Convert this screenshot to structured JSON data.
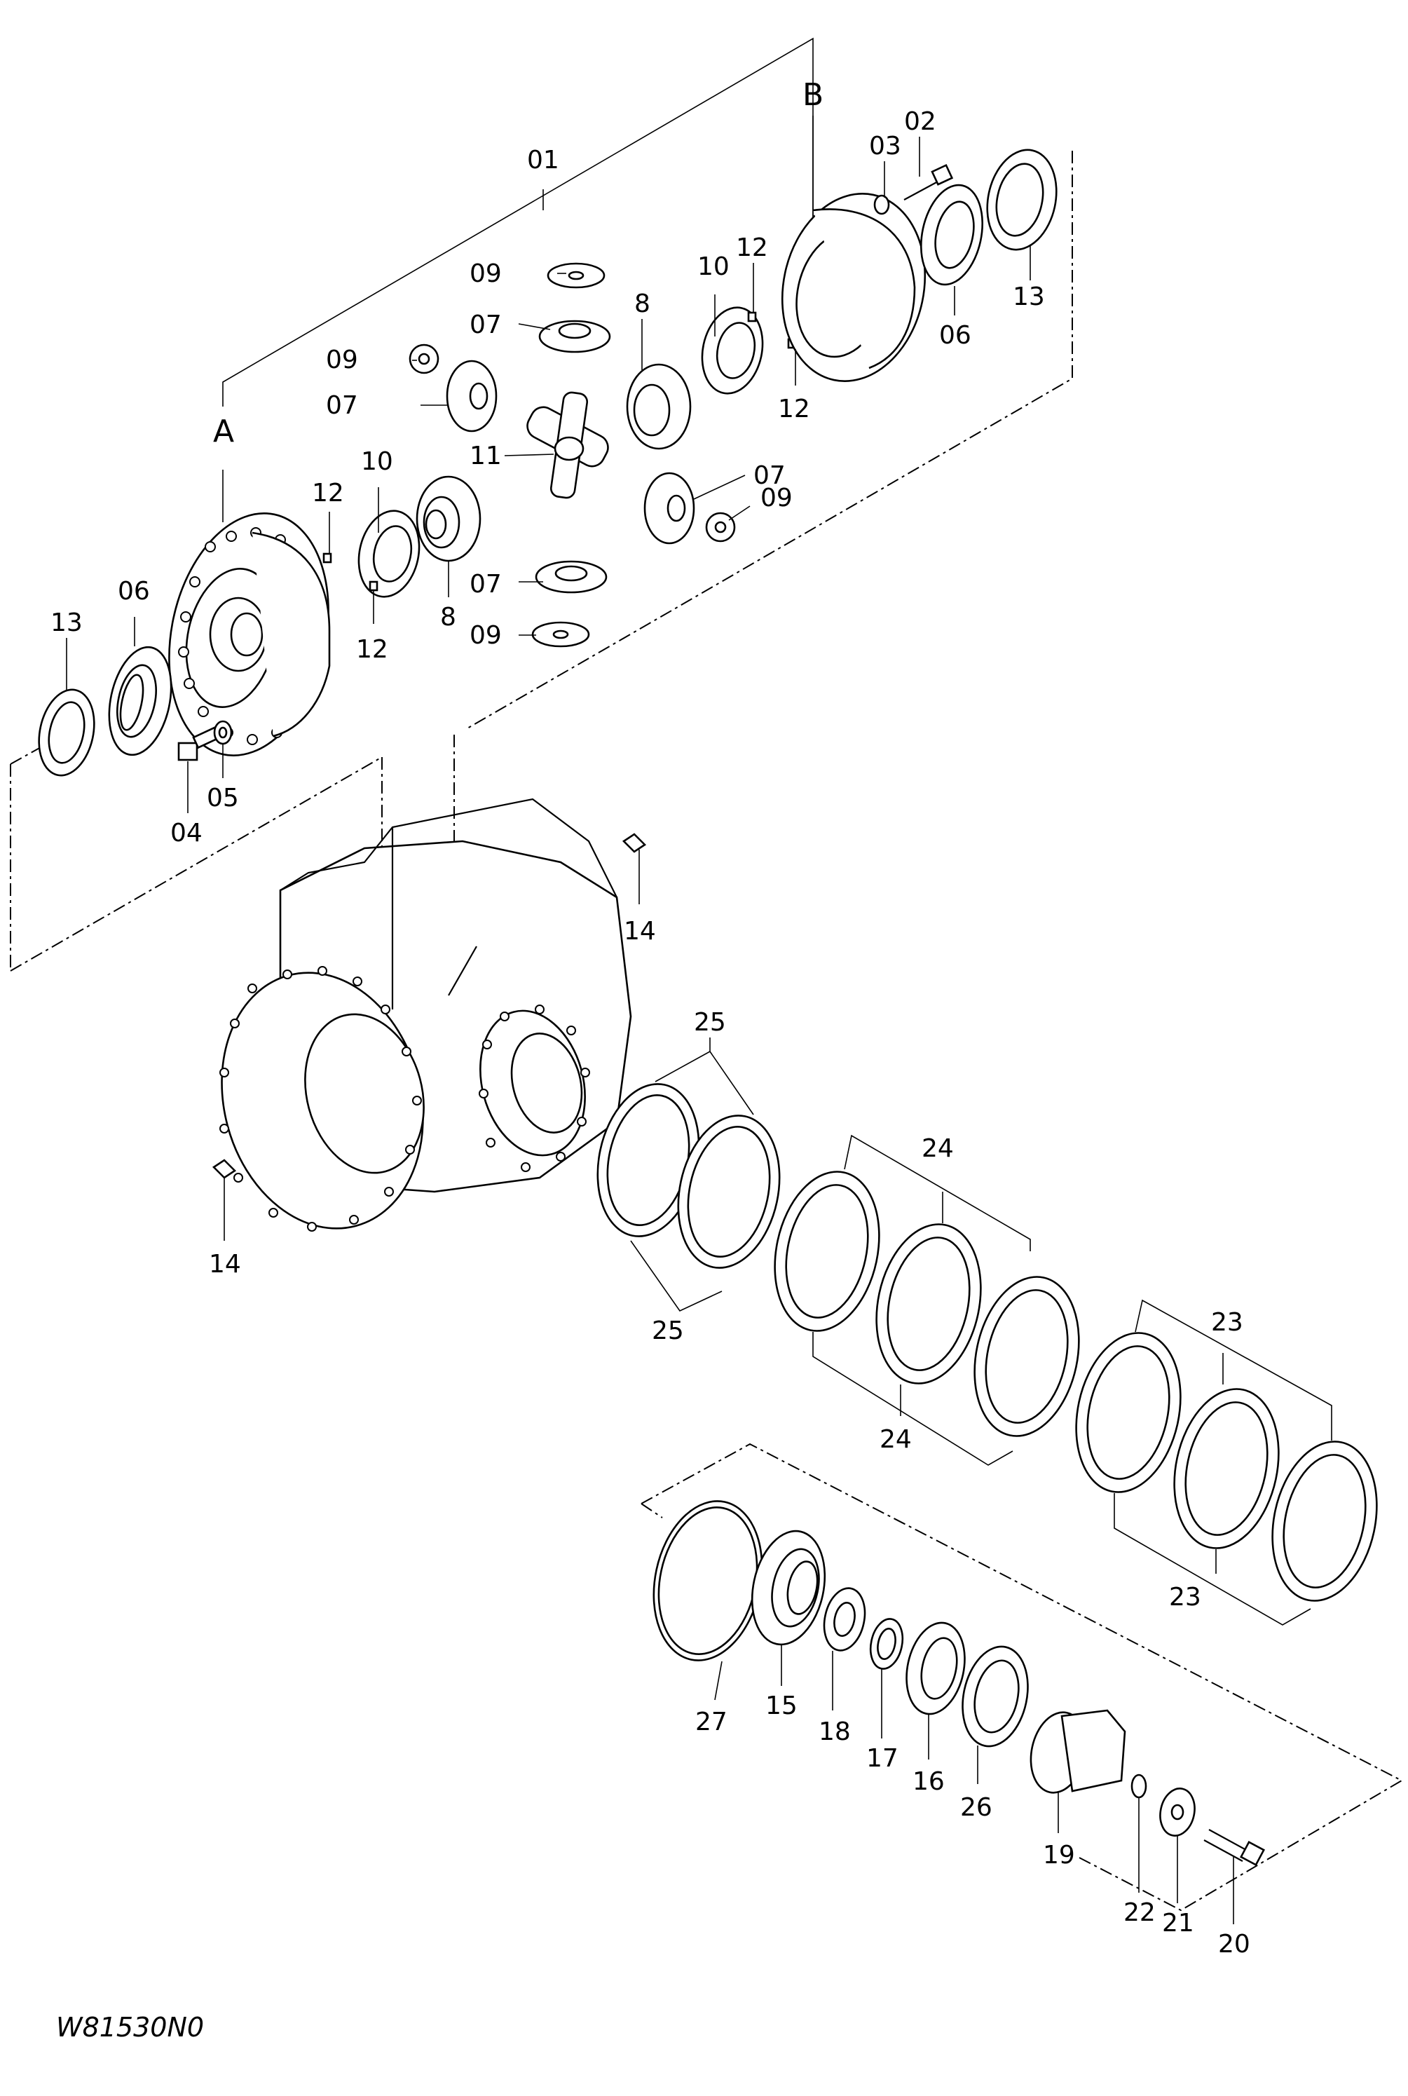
{
  "drawing_code": "W81530N0",
  "callouts": {
    "c01": "01",
    "c02": "02",
    "c03": "03",
    "c04": "04",
    "c05": "05",
    "c06a": "06",
    "c06b": "06",
    "c07a": "07",
    "c07b": "07",
    "c07c": "07",
    "c07d": "07",
    "c8a": "8",
    "c8b": "8",
    "c09a": "09",
    "c09b": "09",
    "c09c": "09",
    "c09d": "09",
    "c10a": "10",
    "c10b": "10",
    "c11": "11",
    "c12a": "12",
    "c12b": "12",
    "c12c": "12",
    "c12d": "12",
    "c13a": "13",
    "c13b": "13",
    "c14a": "14",
    "c14b": "14",
    "c15": "15",
    "c16": "16",
    "c17": "17",
    "c18": "18",
    "c19": "19",
    "c20": "20",
    "c21": "21",
    "c22": "22",
    "c23a": "23",
    "c23b": "23",
    "c24a": "24",
    "c24b": "24",
    "c25a": "25",
    "c25b": "25",
    "c26": "26",
    "c27": "27",
    "refA": "A",
    "refB": "B"
  }
}
